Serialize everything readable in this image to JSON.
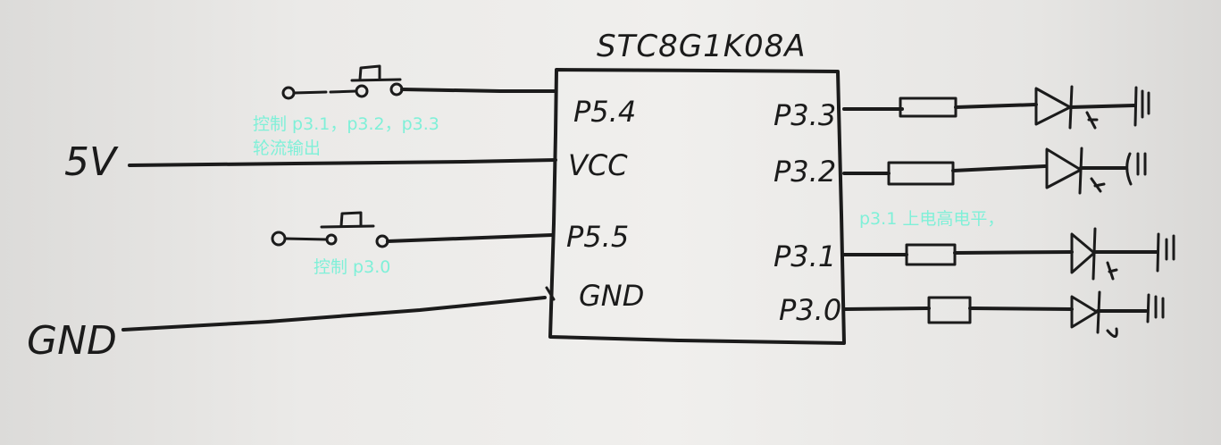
{
  "chip": {
    "name": "STC8G1K08A",
    "left_pins": [
      "P5.4",
      "VCC",
      "P5.5",
      "GND"
    ],
    "right_pins": [
      "P3.3",
      "P3.2",
      "P3.1",
      "P3.0"
    ]
  },
  "rails": {
    "supply": "5V",
    "ground": "GND"
  },
  "annotations": {
    "button1_line1": "控制 p3.1，p3.2，p3.3",
    "button1_line2": "轮流输出",
    "button2": "控制 p3.0",
    "outputs": "p3.1 上电高电平，"
  },
  "colors": {
    "ink": "#1b1b1b",
    "annotation": "#7ff0d8",
    "paper": "#ebeae8"
  }
}
